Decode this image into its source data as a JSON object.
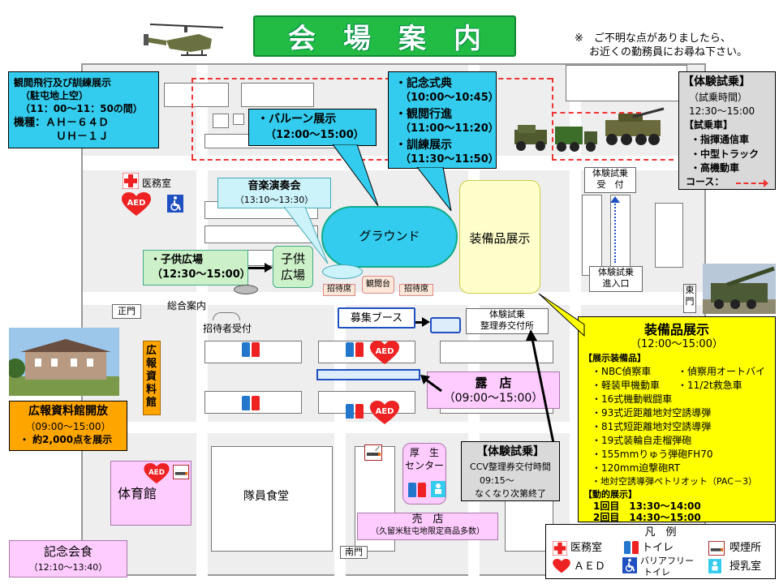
{
  "title": "会　場　案　内",
  "notice": [
    "※　ご不明な点がありましたら、",
    "お近くの勤務員にお尋ね下さい。"
  ],
  "flight_box": {
    "lines": [
      "観閲飛行及び訓練展示",
      "（駐屯地上空）",
      "（11：00～11：50の間）",
      "機種：ＡＨ－６４Ｄ",
      "　　　　ＵＨ－１Ｊ"
    ]
  },
  "balloon": {
    "lines": [
      "・バルーン展示",
      "（12:00～15:00）"
    ]
  },
  "ceremony": {
    "lines": [
      "・記念式典",
      "（10:00～10:45）",
      "・観閲行進",
      "（11:00～11:20）",
      "・訓練展示",
      "（11:30～11:50）"
    ]
  },
  "ride_box": {
    "lines": [
      "【体験試乗】",
      "（試乗時間）",
      "12:30～15:00",
      "【試乗車】",
      "・指揮通信車",
      "・中型トラック",
      "・高機動車",
      "コース："
    ]
  },
  "ride_reception": [
    "体験試乗",
    "受　付"
  ],
  "ride_entry": [
    "体験試乗",
    "進入口"
  ],
  "music": {
    "lines": [
      "音楽演奏会",
      "（13:10～13:30）"
    ]
  },
  "ground": "グラウンド",
  "equipment_area": "装備品展示",
  "kids_area": [
    "子供",
    "広場"
  ],
  "kids_box": {
    "lines": [
      "・子供広場",
      "（12:30～15:00）"
    ]
  },
  "labels": {
    "medical": "医務室",
    "guest_seat_left": "招待席",
    "review_stand": "観閲台",
    "guest_seat_right": "招待席",
    "main_gate": "正門",
    "info": "総合案内",
    "guest_reception": "招待者受付",
    "recruit_booth": "募集ブース",
    "ticket_office": [
      "体験試乗",
      "整理券交付所"
    ],
    "east_gate": [
      "東",
      "門"
    ],
    "south_gate": "南門",
    "mess_hall": "隊員食堂",
    "gym": "体育館",
    "welfare_center": [
      "厚　生",
      "センター"
    ],
    "aed": "AED",
    "pr_hall_vertical": "広報資料館"
  },
  "stalls": {
    "lines": [
      "露　店",
      "（09:00～15:00）"
    ]
  },
  "pr_box": {
    "lines": [
      "広報資料館開放",
      "（09:00～15:00）",
      "・ 約2,000点を展示"
    ]
  },
  "ccv_box": {
    "lines": [
      "【体験試乗】",
      "CCV整理券交付時間",
      "09:15～",
      "なくなり次第終了"
    ]
  },
  "shop": {
    "lines": [
      "売　店",
      "（久留米駐屯地限定商品多数）"
    ]
  },
  "banquet": {
    "lines": [
      "記念会食",
      "（12:10～13:40）"
    ]
  },
  "equipment_box": {
    "title": "装備品展示",
    "time": "（12:00～15:00）",
    "section1": "【展示装備品】",
    "items_row1": [
      "・NBC偵察車",
      "・偵察用オートバイ"
    ],
    "items_row2": [
      "・軽装甲機動車",
      "・11/2t救急車"
    ],
    "items": [
      "・16式機動戦闘車",
      "・93式近距離地対空誘導弾",
      "・81式短距離地対空誘導弾",
      "・19式装輪自走榴弾砲",
      "・155mmりゅう弾砲FH70",
      "・120mm迫撃砲RT",
      "・地対空誘導弾ペトリオット（PAC－3）"
    ],
    "section2": "【動的展示】",
    "rounds": [
      "1回目　13:30～14:00",
      "2回目　14:30～15:00"
    ]
  },
  "legend": {
    "title": "凡　例",
    "medical": "医務室",
    "toilet": "トイレ",
    "smoking": "喫煙所",
    "aed": "ＡＥＤ",
    "barrier_free": [
      "バリアフリー",
      "トイレ"
    ],
    "nursing": "授乳室"
  },
  "colors": {
    "title_green": "#22bb44",
    "callout_cyan": "#33ccee",
    "highlight_yellow": "#ffff00",
    "course_red": "#ee3333"
  }
}
